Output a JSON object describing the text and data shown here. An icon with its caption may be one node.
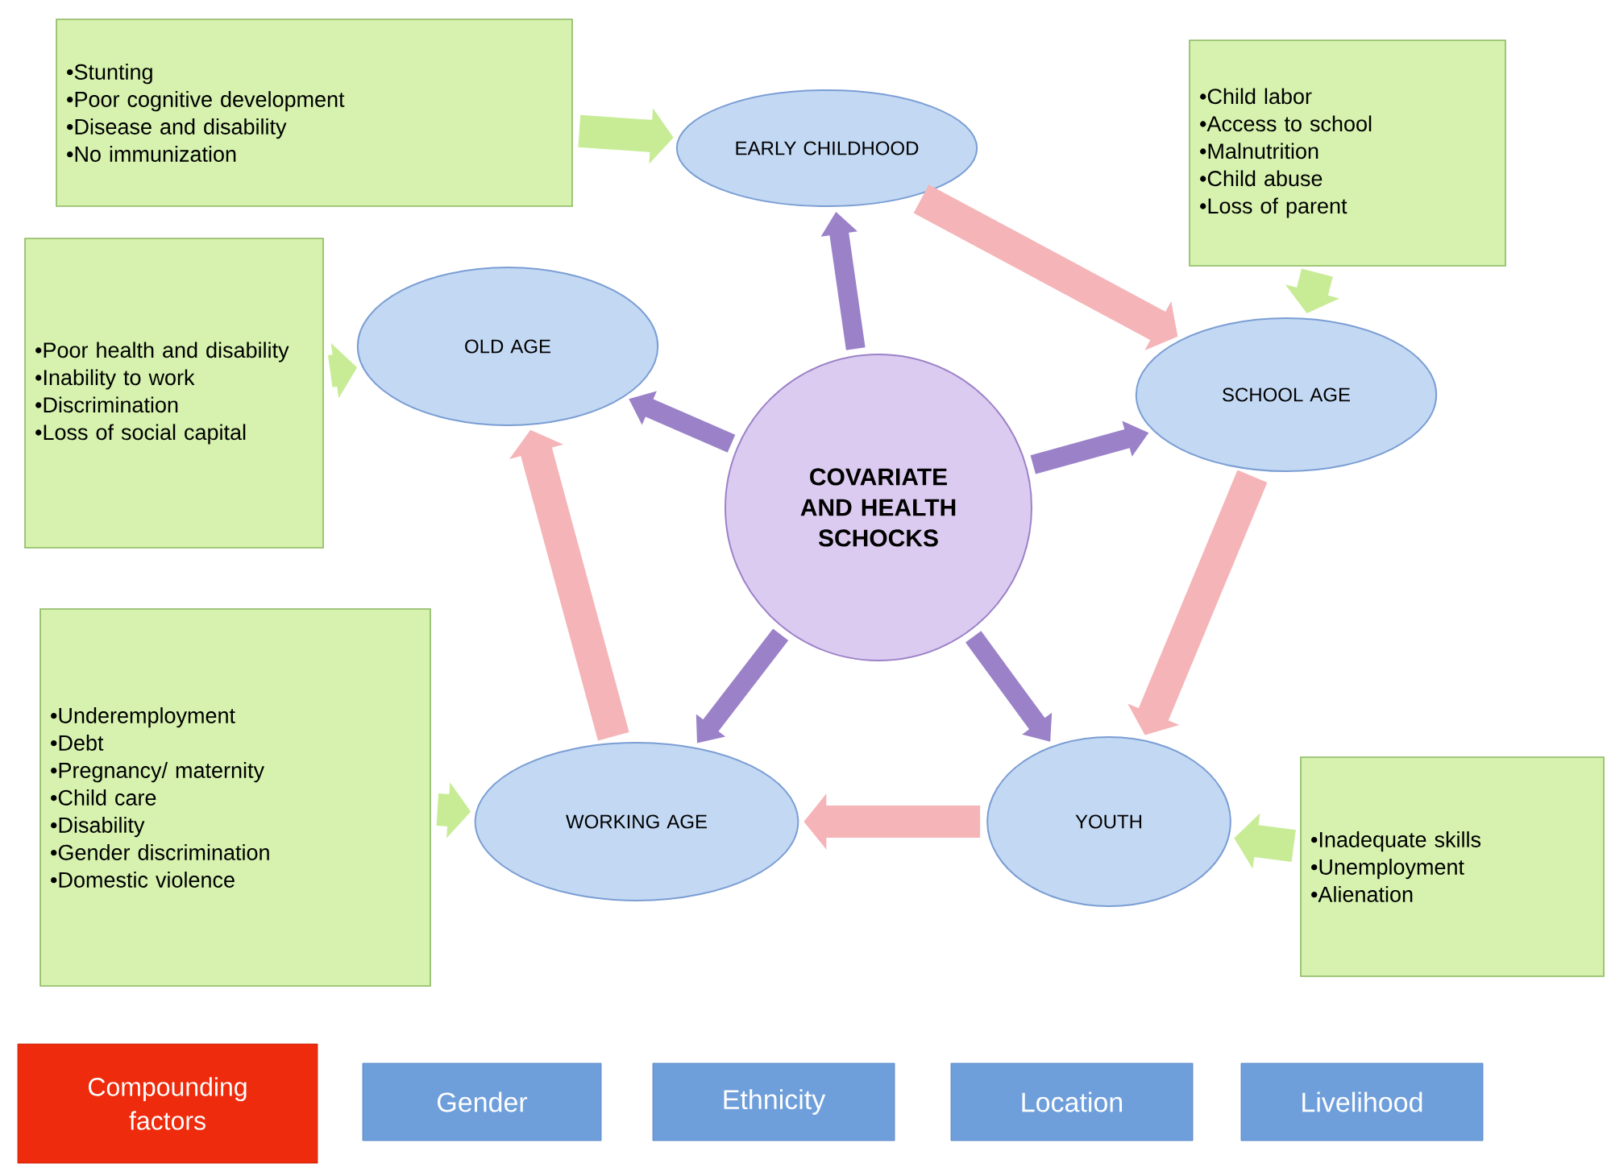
{
  "diagram": {
    "nodes": [
      {
        "text": [
          "COVARIATE AND HEALTH SCHOCKS"
        ]
      },
      {
        "text": [
          "EARLY CHILDHOOD"
        ]
      },
      {
        "text": [
          "SCHOOL AGE"
        ]
      },
      {
        "text": [
          "YOUTH"
        ]
      },
      {
        "text": [
          "WORKING AGE"
        ]
      },
      {
        "text": [
          "OLD AGE"
        ]
      },
      {
        "text": [
          "•Stunting",
          "•Poor cognitive development",
          "•Disease and disability",
          "•No immunization"
        ]
      },
      {
        "text": [
          "•Child labor",
          "•Access to school",
          "•Malnutrition",
          "•Child abuse",
          "•Loss of parent"
        ]
      },
      {
        "text": [
          "•Poor health and disability",
          "•Inability to work",
          "•Discrimination",
          "•Loss of social capital"
        ]
      },
      {
        "text": [
          "•Underemployment",
          "•Debt",
          "•Pregnancy/ maternity",
          "•Child care",
          "•Disability",
          "•Gender discrimination",
          "•Domestic violence"
        ]
      },
      {
        "text": [
          "•Inadequate skills",
          "•Unemployment",
          "•Alienation"
        ]
      },
      {
        "text": [
          "Compounding factors"
        ]
      },
      {
        "text": [
          "Gender"
        ]
      },
      {
        "text": [
          "Ethnicity"
        ]
      },
      {
        "text": [
          "Location"
        ]
      },
      {
        "text": [
          "Livelihood"
        ]
      }
    ],
    "edges": [
      {
        "from": 0,
        "to": 1,
        "arrow": "to",
        "color": "#9b82c8"
      },
      {
        "from": 0,
        "to": 2,
        "arrow": "to",
        "color": "#9b82c8"
      },
      {
        "from": 0,
        "to": 3,
        "arrow": "to",
        "color": "#9b82c8"
      },
      {
        "from": 0,
        "to": 4,
        "arrow": "to",
        "color": "#9b82c8"
      },
      {
        "from": 0,
        "to": 5,
        "arrow": "to",
        "color": "#9b82c8"
      },
      {
        "from": 1,
        "to": 2,
        "arrow": "to",
        "color": "#f5b5b8"
      },
      {
        "from": 2,
        "to": 3,
        "arrow": "to",
        "color": "#f5b5b8"
      },
      {
        "from": 3,
        "to": 4,
        "arrow": "to",
        "color": "#f5b5b8"
      },
      {
        "from": 4,
        "to": 5,
        "arrow": "to",
        "color": "#f5b5b8"
      },
      {
        "from": 6,
        "to": 1,
        "arrow": "to",
        "color": "#c8ec96"
      },
      {
        "from": 7,
        "to": 2,
        "arrow": "to",
        "color": "#c8ec96"
      },
      {
        "from": 8,
        "to": 5,
        "arrow": "to",
        "color": "#c8ec96"
      },
      {
        "from": 9,
        "to": 4,
        "arrow": "to",
        "color": "#c8ec96"
      },
      {
        "from": 10,
        "to": 3,
        "arrow": "to",
        "color": "#c8ec96"
      }
    ]
  }
}
